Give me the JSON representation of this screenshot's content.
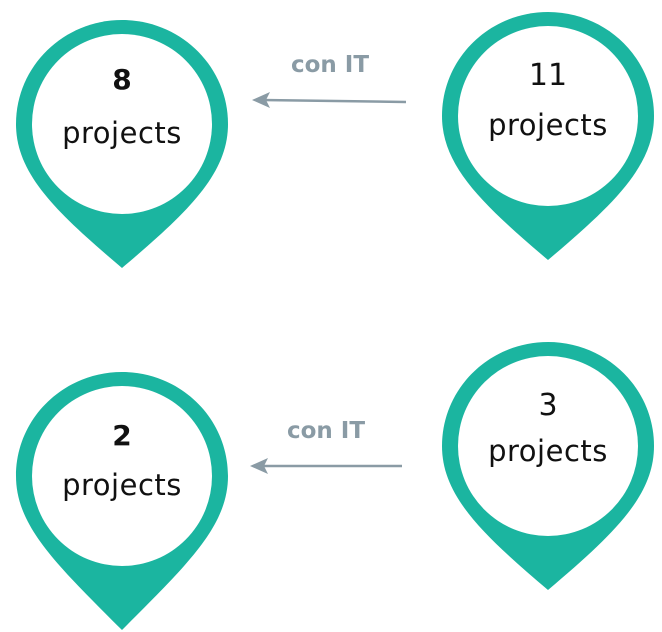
{
  "colors": {
    "pin_fill": "#1bb5a0",
    "pin_shade": "#169885",
    "circle": "#ffffff",
    "arrow": "#8a9ba5",
    "label": "#8a9ba5"
  },
  "rows": [
    {
      "left": {
        "number": "8",
        "unit": "projects"
      },
      "right": {
        "number": "11",
        "unit": "projects"
      },
      "connector": {
        "label": "con IT",
        "direction": "right-to-left"
      }
    },
    {
      "left": {
        "number": "2",
        "unit": "projects"
      },
      "right": {
        "number": "3",
        "unit": "projects"
      },
      "connector": {
        "label": "con IT",
        "direction": "right-to-left"
      }
    }
  ]
}
